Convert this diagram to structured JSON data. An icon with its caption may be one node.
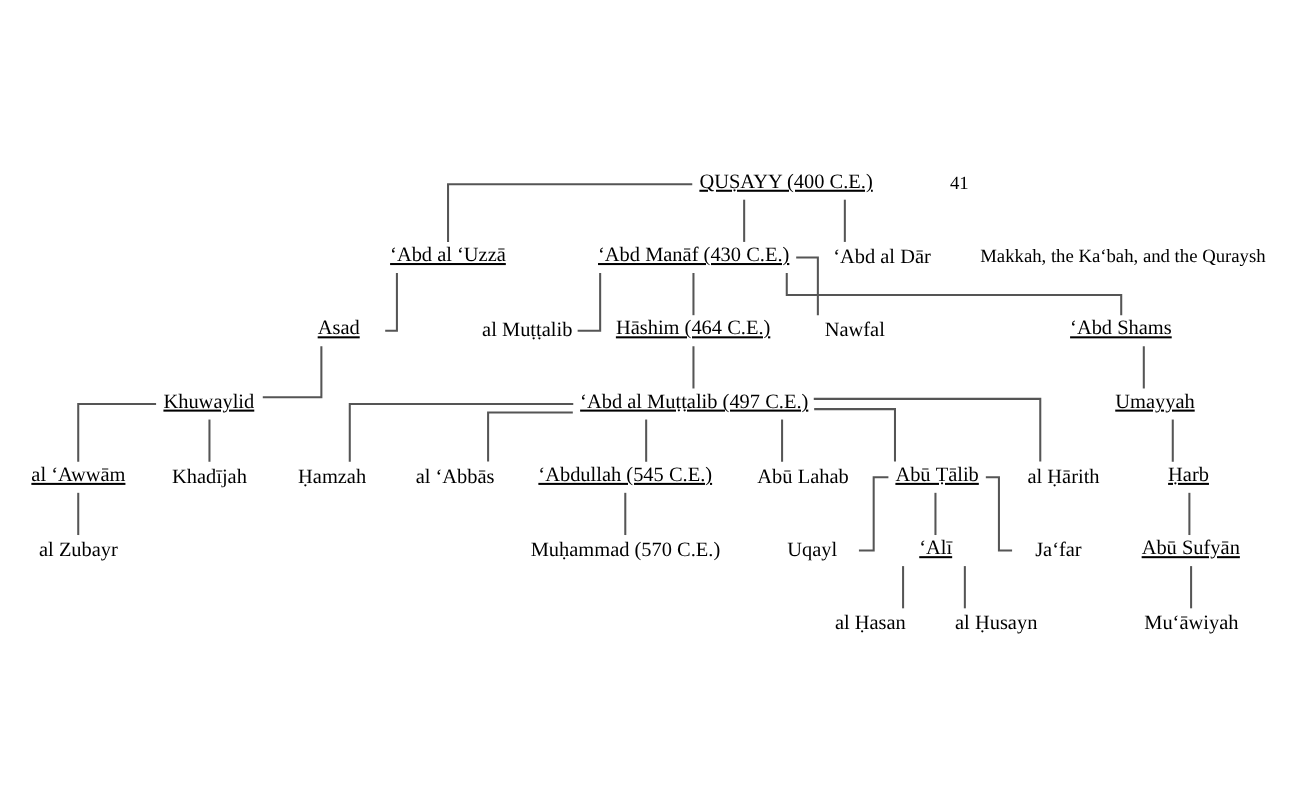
{
  "diagram": {
    "nodes": [
      {
        "text": [
          "QUṢAYY (400 C.E.)"
        ]
      },
      {
        "text": [
          "‘Abd al ‘Uzzā"
        ]
      },
      {
        "text": [
          "‘Abd Manāf (430 C.E.)"
        ]
      },
      {
        "text": [
          "‘Abd al Dār"
        ]
      },
      {
        "text": [
          "Asad"
        ]
      },
      {
        "text": [
          "al Muṭṭalib"
        ]
      },
      {
        "text": [
          "Hāshim (464 C.E.)"
        ]
      },
      {
        "text": [
          "Nawfal"
        ]
      },
      {
        "text": [
          "‘Abd Shams"
        ]
      },
      {
        "text": [
          "Khuwaylid"
        ]
      },
      {
        "text": [
          "Umayyah"
        ]
      },
      {
        "text": [
          "al ‘Awwām"
        ]
      },
      {
        "text": [
          "Khadījah"
        ]
      },
      {
        "text": [
          "Ḥarb"
        ]
      },
      {
        "text": [
          "al Zubayr"
        ]
      },
      {
        "text": [
          "Abū Sufyān"
        ]
      },
      {
        "text": [
          "‘Abd al Muṭṭalib (497 C.E.)"
        ]
      },
      {
        "text": [
          "Mu‘āwiyah"
        ]
      },
      {
        "text": [
          "Ḥamzah"
        ]
      },
      {
        "text": [
          "al ‘Abbās"
        ]
      },
      {
        "text": [
          "‘Abdullah (545 C.E.)"
        ]
      },
      {
        "text": [
          "Abū Lahab"
        ]
      },
      {
        "text": [
          "Abū Ṭālib"
        ]
      },
      {
        "text": [
          "al Ḥārith"
        ]
      },
      {
        "text": [
          "Muḥammad (570 C.E.)"
        ]
      },
      {
        "text": [
          "Uqayl"
        ]
      },
      {
        "text": [
          "‘Alī"
        ]
      },
      {
        "text": [
          "Ja‘far"
        ]
      },
      {
        "text": [
          "al Ḥasan"
        ]
      },
      {
        "text": [
          "al Ḥusayn"
        ]
      }
    ],
    "edges": [
      {
        "from": 0,
        "to": 1,
        "arrow": "none"
      },
      {
        "from": 0,
        "to": 2,
        "arrow": "none"
      },
      {
        "from": 0,
        "to": 3,
        "arrow": "none"
      },
      {
        "from": 1,
        "to": 4,
        "arrow": "none"
      },
      {
        "from": 2,
        "to": 5,
        "arrow": "none"
      },
      {
        "from": 2,
        "to": 6,
        "arrow": "none"
      },
      {
        "from": 2,
        "to": 7,
        "arrow": "none"
      },
      {
        "from": 2,
        "to": 8,
        "arrow": "none"
      },
      {
        "from": 4,
        "to": 9,
        "arrow": "none"
      },
      {
        "from": 9,
        "to": 11,
        "arrow": "none"
      },
      {
        "from": 9,
        "to": 12,
        "arrow": "none"
      },
      {
        "from": 11,
        "to": 14,
        "arrow": "none"
      },
      {
        "from": 8,
        "to": 10,
        "arrow": "none"
      },
      {
        "from": 10,
        "to": 13,
        "arrow": "none"
      },
      {
        "from": 13,
        "to": 15,
        "arrow": "none"
      },
      {
        "from": 15,
        "to": 17,
        "arrow": "none"
      },
      {
        "from": 6,
        "to": 16,
        "arrow": "none"
      },
      {
        "from": 16,
        "to": 18,
        "arrow": "none"
      },
      {
        "from": 16,
        "to": 19,
        "arrow": "none"
      },
      {
        "from": 16,
        "to": 20,
        "arrow": "none"
      },
      {
        "from": 16,
        "to": 21,
        "arrow": "none"
      },
      {
        "from": 16,
        "to": 22,
        "arrow": "none"
      },
      {
        "from": 16,
        "to": 23,
        "arrow": "none"
      },
      {
        "from": 20,
        "to": 24,
        "arrow": "none"
      },
      {
        "from": 22,
        "to": 25,
        "arrow": "none"
      },
      {
        "from": 22,
        "to": 26,
        "arrow": "none"
      },
      {
        "from": 22,
        "to": 27,
        "arrow": "none"
      },
      {
        "from": 26,
        "to": 28,
        "arrow": "none"
      },
      {
        "from": 26,
        "to": 29,
        "arrow": "none"
      }
    ],
    "labels": [
      "Makkah, the Ka‘bah, and the Quraysh",
      "41"
    ]
  }
}
